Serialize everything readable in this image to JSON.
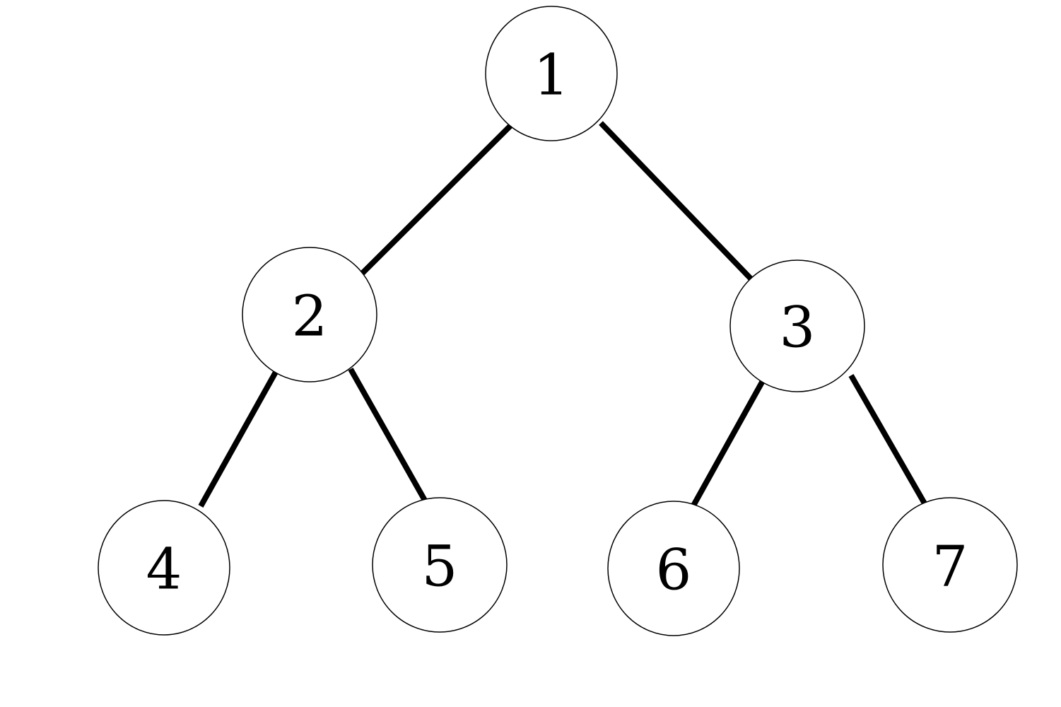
{
  "tree": {
    "nodes": [
      {
        "id": "1",
        "label": "1"
      },
      {
        "id": "2",
        "label": "2"
      },
      {
        "id": "3",
        "label": "3"
      },
      {
        "id": "4",
        "label": "4"
      },
      {
        "id": "5",
        "label": "5"
      },
      {
        "id": "6",
        "label": "6"
      },
      {
        "id": "7",
        "label": "7"
      }
    ],
    "edges": [
      {
        "from": "1",
        "to": "2"
      },
      {
        "from": "1",
        "to": "3"
      },
      {
        "from": "2",
        "to": "4"
      },
      {
        "from": "2",
        "to": "5"
      },
      {
        "from": "3",
        "to": "6"
      },
      {
        "from": "3",
        "to": "7"
      }
    ]
  }
}
